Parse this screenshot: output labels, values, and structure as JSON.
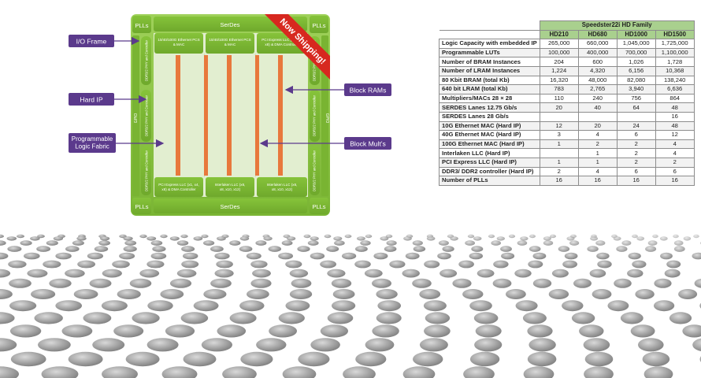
{
  "diagram": {
    "corner_pll": "PLLs",
    "serdes": "SerDes",
    "gpio": "GPIO",
    "ddr_controller": "DDR3/2 PHY and Controller",
    "top_blocks": [
      "10/40/100G Ethernet PCS & MAC",
      "10/40/100G Ethernet PCS & MAC",
      "PCI Express LLC (x1, x4, x8) & DMA Controller"
    ],
    "bottom_blocks": [
      "PCI Express LLC (x1, x4, x8) & DMA Controller",
      "Interlaken LLC (x6, x8, x10, x12)",
      "Interlaken LLC (x6, x8, x10, x12)"
    ],
    "ribbon": "Now Shipping!",
    "callouts": {
      "io_frame": "I/O Frame",
      "hard_ip": "Hard IP",
      "programmable_logic": [
        "Programmable",
        "Logic Fabric"
      ],
      "block_rams": "Block RAMs",
      "block_mults": "Block Mult's"
    },
    "colors": {
      "frame": "#8dc63f",
      "fabric": "#e2eed0",
      "ribbon": "#d7281f",
      "callout": "#5b3a8c",
      "ram_column": "#e8783c"
    }
  },
  "table": {
    "family_title": "Speedster22i HD Family",
    "columns": [
      "HD210",
      "HD680",
      "HD1000",
      "HD1500"
    ],
    "rows": [
      {
        "label": "Logic Capacity with embedded IP",
        "values": [
          "265,000",
          "660,000",
          "1,045,000",
          "1,725,000"
        ]
      },
      {
        "label": "Programmable LUTs",
        "values": [
          "100,000",
          "400,000",
          "700,000",
          "1,100,000"
        ]
      },
      {
        "label": "Number of BRAM Instances",
        "values": [
          "204",
          "600",
          "1,026",
          "1,728"
        ]
      },
      {
        "label": "Number of LRAM Instances",
        "values": [
          "1,224",
          "4,320",
          "6,156",
          "10,368"
        ]
      },
      {
        "label": "80 Kbit BRAM (total Kb)",
        "values": [
          "16,320",
          "48,000",
          "82,080",
          "138,240"
        ]
      },
      {
        "label": "640 bit LRAM (total Kb)",
        "values": [
          "783",
          "2,765",
          "3,940",
          "6,636"
        ]
      },
      {
        "label": "Multipliers/MACs 28 × 28",
        "values": [
          "110",
          "240",
          "756",
          "864"
        ]
      },
      {
        "label": "SERDES Lanes 12.75 Gb/s",
        "values": [
          "20",
          "40",
          "64",
          "48"
        ]
      },
      {
        "label": "SERDES Lanes 28 Gb/s",
        "values": [
          "",
          "",
          "",
          "16"
        ]
      },
      {
        "label": "10G Ethernet MAC (Hard IP)",
        "values": [
          "12",
          "20",
          "24",
          "48"
        ]
      },
      {
        "label": "40G Ethernet MAC (Hard IP)",
        "values": [
          "3",
          "4",
          "6",
          "12"
        ]
      },
      {
        "label": "100G Ethernet MAC (Hard IP)",
        "values": [
          "1",
          "2",
          "2",
          "4"
        ]
      },
      {
        "label": "Interlaken LLC (Hard IP)",
        "values": [
          "",
          "1",
          "2",
          "4"
        ]
      },
      {
        "label": "PCI Express LLC (Hard IP)",
        "values": [
          "1",
          "1",
          "2",
          "2"
        ]
      },
      {
        "label": "DDR3/ DDR2 controller (Hard IP)",
        "values": [
          "2",
          "4",
          "6",
          "6"
        ]
      },
      {
        "label": "Number of PLLs",
        "values": [
          "16",
          "16",
          "16",
          "16"
        ]
      }
    ]
  }
}
